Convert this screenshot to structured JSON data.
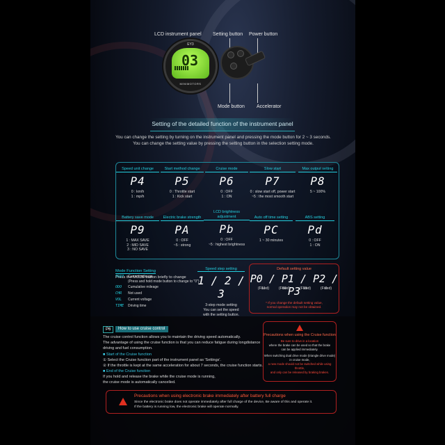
{
  "callouts": {
    "lcd": "LCD instrument panel",
    "setting": "Setting button",
    "power": "Power button",
    "mode": "Mode button",
    "accelerator": "Accelerator"
  },
  "device": {
    "lcd_digits": "03",
    "top_label": "EY3",
    "brand": "MINIMOTORS"
  },
  "section_title": "Setting of the detailed function of the instrument panel",
  "intro": [
    "You can change the setting by turning on the instrument panel and pressing the mode button for 2 ~ 3 seconds.",
    "You can change the setting value by pressing the setting button in the selection setting mode."
  ],
  "settings": [
    {
      "title": "Speed unit change",
      "code": "P4",
      "values": "0 : km/h\n1 : mp/h"
    },
    {
      "title": "Start method change",
      "code": "P5",
      "values": "0 : Throttle start\n1 : Kick start"
    },
    {
      "title": "Cruise mode",
      "code": "P6",
      "values": "0 : OFF\n1 : ON"
    },
    {
      "title": "Slow start",
      "code": "P7",
      "values": "0 : slow start off, power start\n~5 : the most smooth start"
    },
    {
      "title": "Max output setting",
      "code": "P8",
      "values": "5 ~ 100%"
    },
    {
      "title": "Battery save mode",
      "code": "P9",
      "values": "1 : MAX SAVE\n2 : MID SAVE\n3 : NO SAVE"
    },
    {
      "title": "Electric brake strength",
      "code": "PA",
      "values": "0 : OFF\n~5 : strong"
    },
    {
      "title": "LCD brightness adjustment",
      "code": "Pb",
      "values": "0 : OFF\n~5 : highest brightness"
    },
    {
      "title": "Auto off time setting",
      "code": "PC",
      "values": "1 ~ 30 minutes"
    },
    {
      "title": "ABS setting",
      "code": "Pd",
      "values": "0 : OFF\n1 : ON"
    }
  ],
  "mode_function": {
    "title": "Mode Function Setting",
    "subtitle": "Press the MODE button briefly to change",
    "rows": [
      {
        "key": "TRIP",
        "desc": "Current mileage"
      },
      {
        "key": "",
        "desc": "(Press and hold mode button to change to \"0\")"
      },
      {
        "key": "ODO",
        "desc": "Cumulative mileage"
      },
      {
        "key": "CHR",
        "desc": "Not used"
      },
      {
        "key": "VOL",
        "desc": "Current voltage"
      },
      {
        "key": "TIME",
        "desc": "Driving time"
      }
    ]
  },
  "speed_step": {
    "title": "Speed step setting",
    "codes": "1 / 2 / 3",
    "desc": [
      "3-step mode setting",
      "You can set the speed",
      "with the setting button."
    ]
  },
  "default_setting": {
    "title": "Default setting value",
    "codes": "P0 / P1 / P2 / P3",
    "values": [
      {
        "num": "11",
        "note": "(Fixed)"
      },
      {
        "num": "60",
        "note": "(Fixed)"
      },
      {
        "num": "15",
        "note": "(Fixed)"
      },
      {
        "num": "0",
        "note": "(Fixed)"
      }
    ],
    "warning": [
      "* If you change the default setting value,",
      "normal operation may not be obtained."
    ]
  },
  "cruise": {
    "tag": "P6",
    "heading": "How to use cruise control",
    "lines": [
      "The cruise control function allows you to maintain the driving speed automatically.",
      "The advantage of using the cruise function is that you can reduce fatigue during longdistance",
      "driving and fuel consumption."
    ],
    "start_title": "■ Start of the Cruise function",
    "start_lines": [
      "① Select the Cruise function part of the instrument panel as 'Settings'.",
      "② If the throttle is kept at the same acceleration for about 7 seconds, the cruise function starts."
    ],
    "end_title": "■ End of the Cruise function",
    "end_lines": [
      "If you hold and release the brake while the cruise mode is running,",
      "the cruise mode is automatically cancelled."
    ]
  },
  "precautions_cruise": {
    "title": "Precautions when using the Cruise function",
    "lines": [
      "Be sure to drive in a location",
      "where the brake can be used so that the brake",
      "can be applied immediately.",
      "",
      "When switching dual drive mode (triangle drive mode)",
      "in cruise mode,",
      "a new mode should not be switched while using throttle,",
      "and only can be released by braking brakes."
    ]
  },
  "brake_warning": {
    "title": "Precautions when using electronic brake immediately after battery full charge",
    "lines": [
      "Since the electronic brake does not operate immediately after full charge of the device,  Be aware of this and operate it.",
      "If the battery is running low, the electronic brake will operate normally."
    ]
  }
}
